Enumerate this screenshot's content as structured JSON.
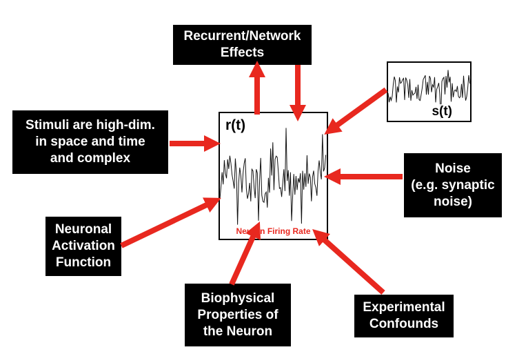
{
  "labels": {
    "recurrent": "Recurrent/Network\nEffects",
    "stimuli": "Stimuli are high-dim.\nin space and time\nand complex",
    "noise": "Noise\n(e.g. synaptic\nnoise)",
    "activation": "Neuronal\nActivation\nFunction",
    "biophysical": "Biophysical\nProperties of\nthe Neuron",
    "confounds": "Experimental\nConfounds"
  },
  "response_panel": {
    "signal_label": "r(t)",
    "caption": "Neuron Firing Rate"
  },
  "stimulus_panel": {
    "signal_label": "s(t)"
  },
  "colors": {
    "arrow": "#e8281f",
    "box_fill": "#000000",
    "box_text": "#ffffff",
    "caption": "#e8281f"
  }
}
